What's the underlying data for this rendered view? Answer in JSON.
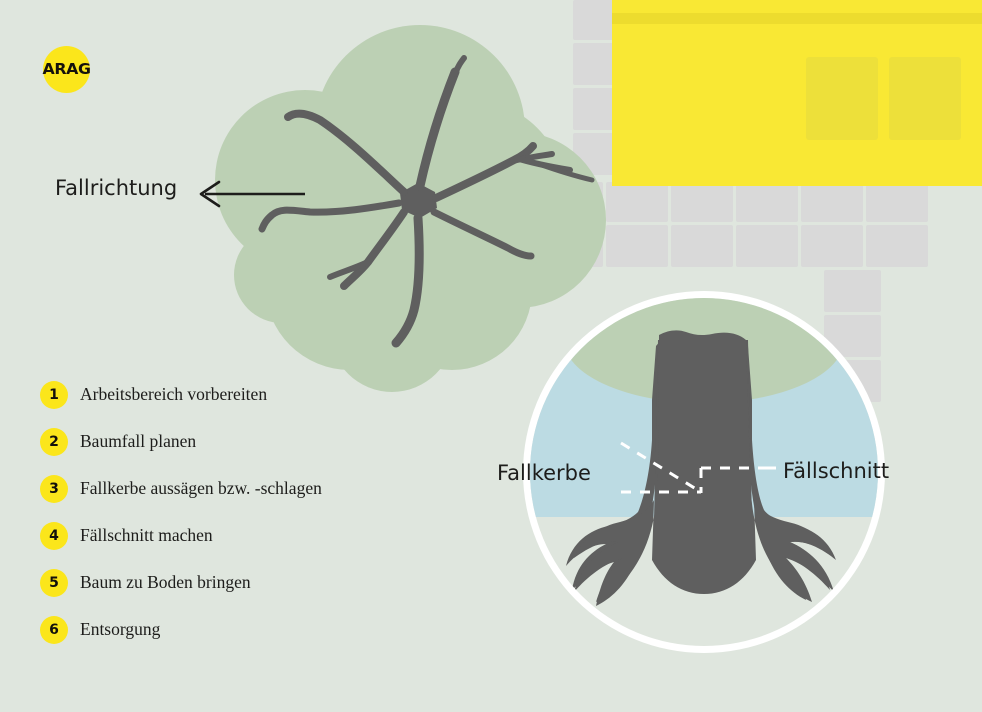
{
  "brand": {
    "logo_text": "ARAG",
    "logo_bg": "#fbe61b",
    "logo_fg": "#14110c"
  },
  "annotations": {
    "fall_direction_label": "Fallrichtung",
    "notch_label": "Fallkerbe",
    "felling_cut_label": "Fällschnitt"
  },
  "steps": [
    {
      "number": "1",
      "label": "Arbeitsbereich vorbereiten"
    },
    {
      "number": "2",
      "label": "Baumfall planen"
    },
    {
      "number": "3",
      "label": "Fallkerbe aussägen bzw. -schlagen"
    },
    {
      "number": "4",
      "label": "Fällschnitt machen"
    },
    {
      "number": "5",
      "label": "Baum zu Boden bringen"
    },
    {
      "number": "6",
      "label": "Entsorgung"
    }
  ],
  "colors": {
    "background": "#dfe6de",
    "canopy_green": "#bcd0b4",
    "trunk_grey": "#5f5f5f",
    "roof_yellow": "#f9e834",
    "roof_ridge": "#ecdb2c",
    "skylight": "#eee03a",
    "paving_grey": "#d9d9d9",
    "paving_gap": "#e3e9e2",
    "inset_sky_blue": "#bcdbe3",
    "inset_ground": "#dfe6de",
    "inset_ring": "#ffffff",
    "accent_yellow": "#fbe61b",
    "text_dark": "#1d1d1b",
    "dash_white": "#ffffff"
  },
  "icons": {
    "direction_arrow": "arrow-left-icon",
    "notch_marker": "dashed-wedge-icon",
    "cut_marker": "dashed-cut-icon"
  }
}
